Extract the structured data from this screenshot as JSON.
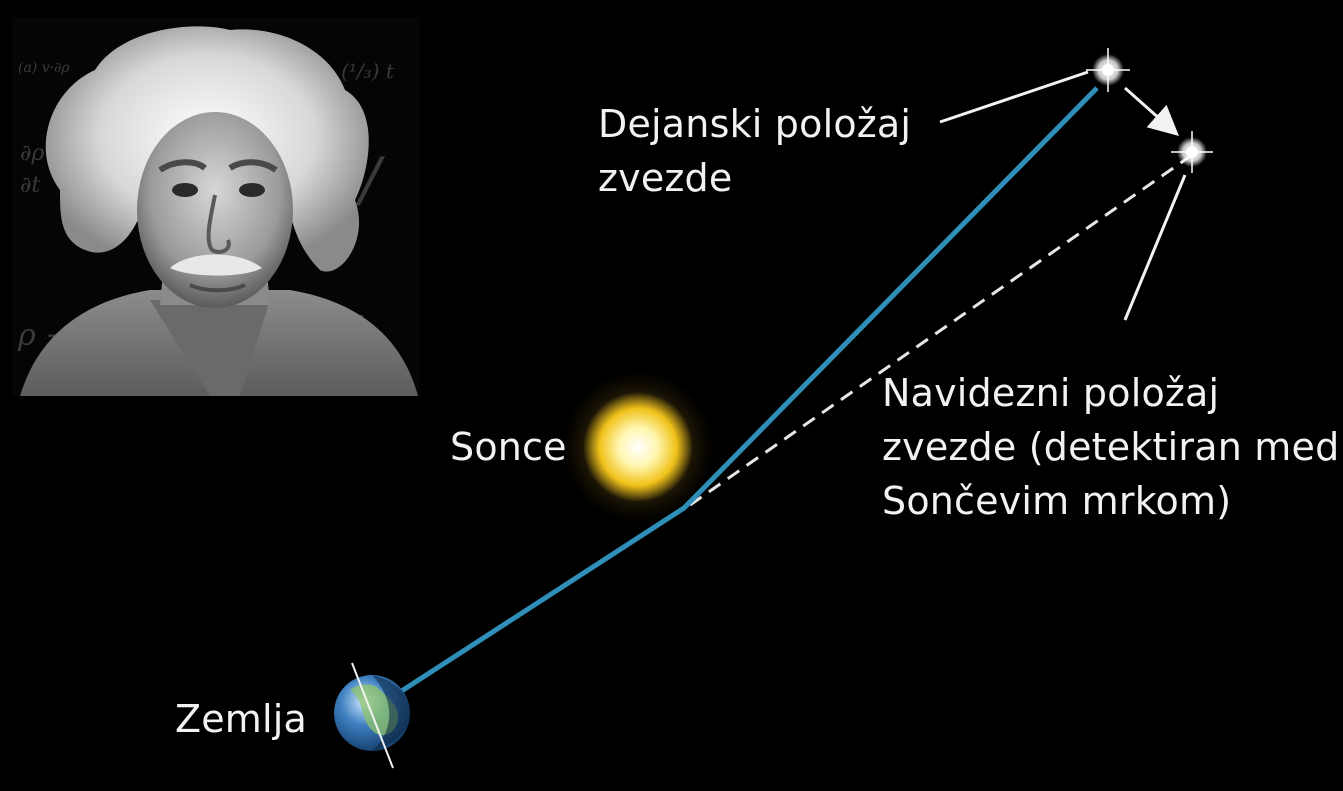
{
  "labels": {
    "actual_position": [
      "Dejanski položaj",
      "zvezde"
    ],
    "apparent_position": [
      "Navidezni položaj",
      "zvezde (detektiran med",
      "Sončevim mrkom)"
    ],
    "sun": "Sonce",
    "earth": "Zemlja"
  },
  "colors": {
    "background": "#000000",
    "light_path": "#2f8fb8",
    "apparent_line": "#e6e6e6",
    "pointer": "#f2f2f2",
    "sun_core": "#fff6b0",
    "sun_edge": "#f0c21a",
    "earth_ocean": "#3d7fbf",
    "earth_land": "#8fc46a"
  },
  "portrait": {
    "description_icon": "portrait-photo"
  }
}
